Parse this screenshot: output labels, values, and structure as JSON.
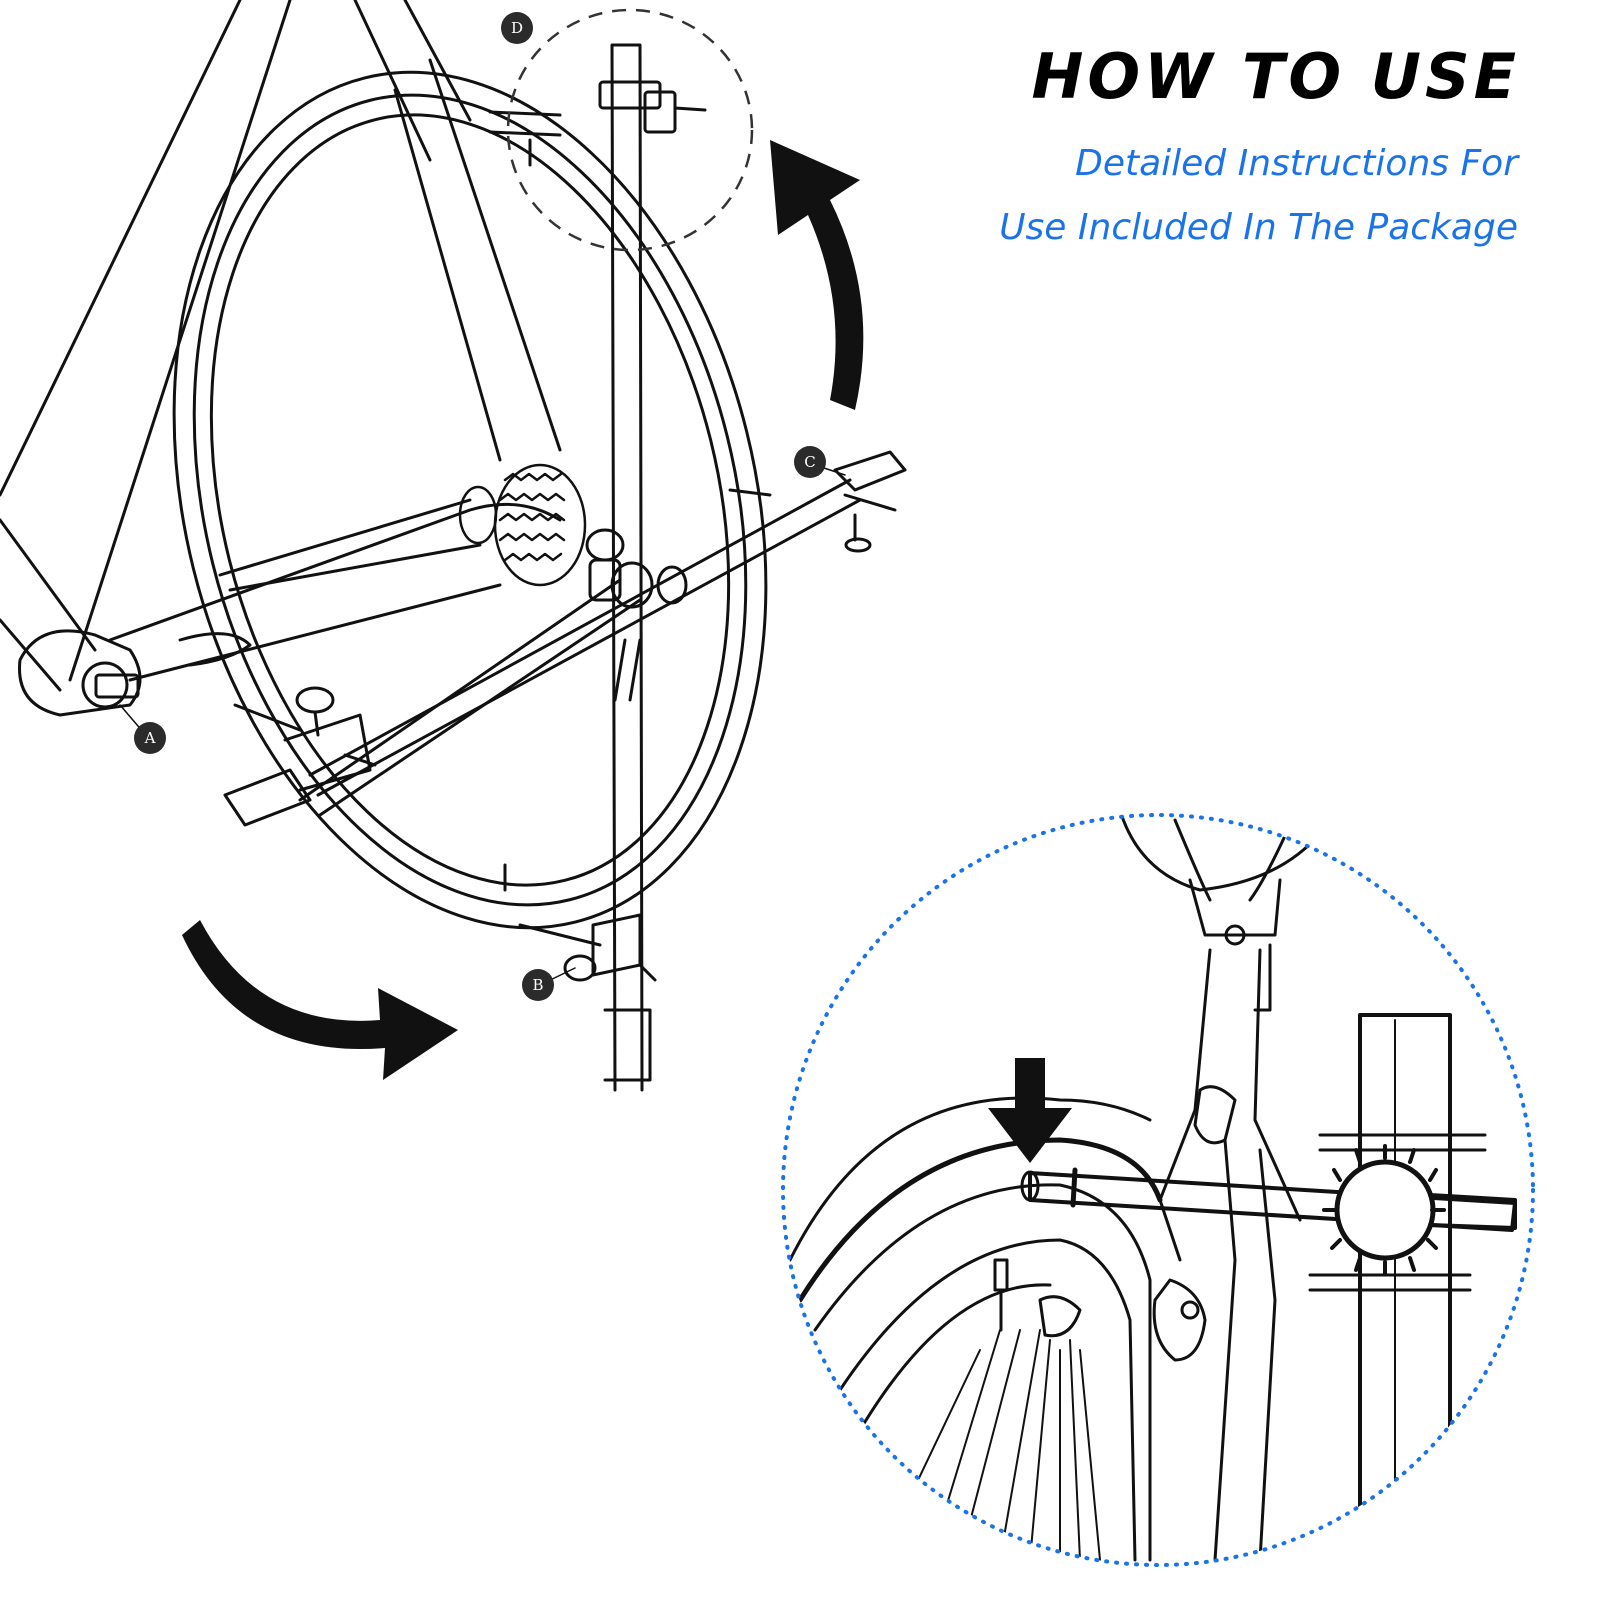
{
  "heading": {
    "title": "HOW TO USE",
    "subtitle_line1": "Detailed Instructions For",
    "subtitle_line2": "Use Included In The Package"
  },
  "markers": {
    "a": "A",
    "b": "B",
    "c": "C",
    "d": "D"
  },
  "colors": {
    "title": "#000000",
    "subtitle": "#1a73e8",
    "detail_circle": "#1a73e8",
    "line_art": "#111111"
  },
  "icons": {
    "rotate_up": "curved-arrow-up-icon",
    "rotate_down": "curved-arrow-right-icon",
    "press_down": "down-arrow-icon"
  }
}
